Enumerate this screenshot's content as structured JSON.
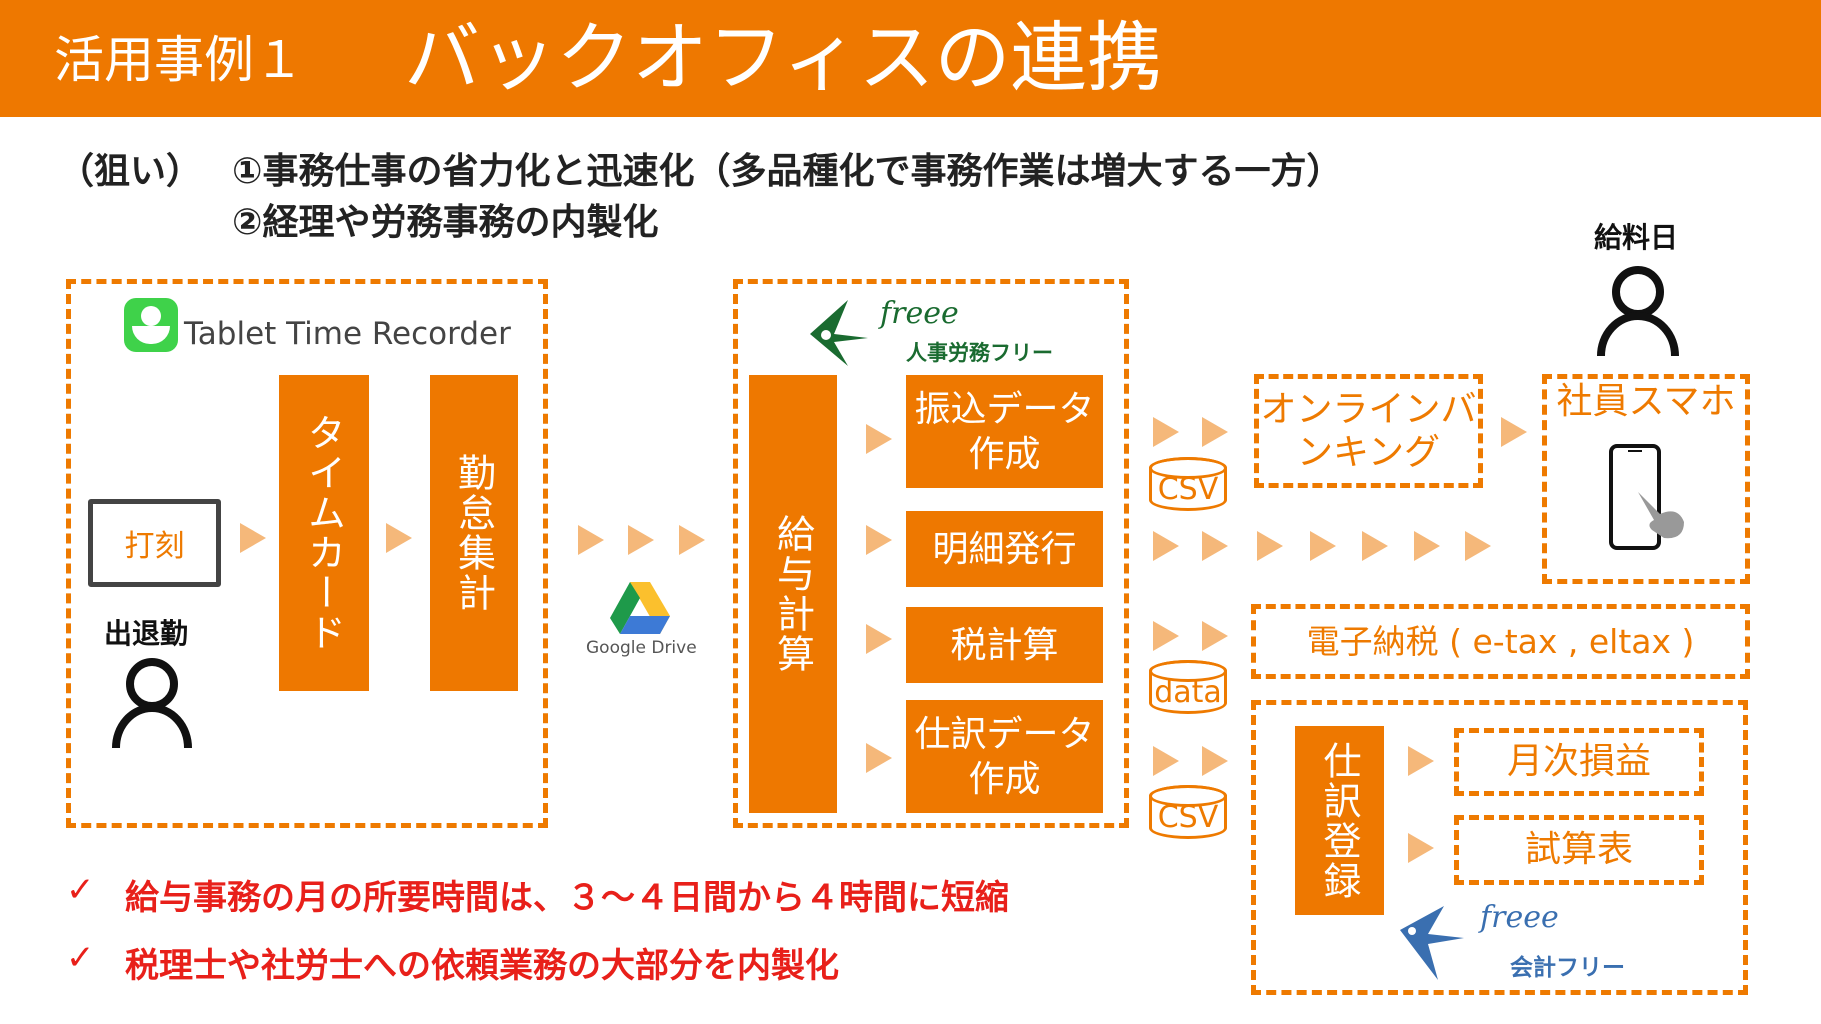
{
  "header": {
    "case_label": "活用事例１",
    "title": "バックオフィスの連携"
  },
  "goals": {
    "label": "（狙い）",
    "items": [
      "①事務仕事の省力化と迅速化（多品種化で事務作業は増大する一方）",
      "②経理や労務事務の内製化"
    ]
  },
  "attendance": {
    "app_name": "Tablet Time Recorder",
    "stamp_label": "打刻",
    "person_label": "出退勤",
    "steps": [
      "タイムカード",
      "勤怠集計"
    ]
  },
  "storage": {
    "name": "Google Drive"
  },
  "hr": {
    "logo_brand": "freee",
    "logo_product": "人事労務フリー",
    "main_step": "給与計算",
    "outputs": [
      "振込データ作成",
      "明細発行",
      "税計算",
      "仕訳データ作成"
    ]
  },
  "data_files": [
    "CSV",
    "data",
    "CSV"
  ],
  "destinations": {
    "online_banking": "オンラインバンキング",
    "payday_label": "給料日",
    "employee_phone": "社員スマホ",
    "e_tax": "電子納税 ( e-tax , eltax )"
  },
  "accounting": {
    "step": "仕訳登録",
    "reports": [
      "月次損益",
      "試算表"
    ],
    "logo_brand": "freee",
    "logo_product": "会計フリー"
  },
  "results": [
    "給与事務の月の所要時間は、３～４日間から４時間に短縮",
    "税理士や社労士への依頼業務の大部分を内製化"
  ],
  "colors": {
    "accent": "#ee7800",
    "arrow": "#f5b87a",
    "result": "#e8201a",
    "hr_logo": "#1a6b30",
    "acct_logo": "#3a6fb0"
  }
}
